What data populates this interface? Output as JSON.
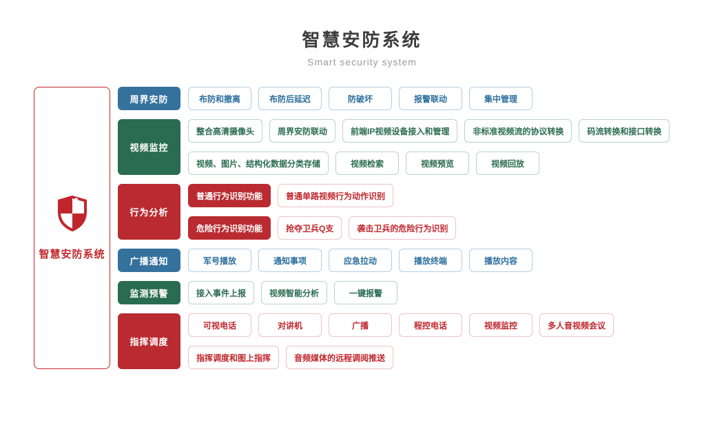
{
  "page": {
    "title": "智慧安防系统",
    "subtitle": "Smart security system"
  },
  "root": {
    "label": "智慧安防系统",
    "icon": "shield-icon"
  },
  "colors": {
    "root_red": "#c0272d",
    "blue": "#35719d",
    "blue_border": "#b3cde0",
    "blue_text": "#2e6f9d",
    "green": "#296b53",
    "green_border": "#b9d3c9",
    "green_text": "#2a6b53",
    "red": "#b92b31",
    "red_border": "#efc2c4",
    "red_text": "#c0272d"
  },
  "categories": [
    {
      "label": "周界安防",
      "color": "blue",
      "lines": [
        [
          "布防和撤离",
          "布防后延迟",
          "防破坏",
          "报警联动",
          "集中管理"
        ]
      ]
    },
    {
      "label": "视频监控",
      "color": "green",
      "lines": [
        [
          "整合高清摄像头",
          "周界安防联动",
          "前端IP视频设备接入和管理",
          "非标准视频流的协议转换",
          "码流转换和接口转换"
        ],
        [
          "视频、图片、结构化数据分类存储",
          "视频检索",
          "视频预览",
          "视频回放"
        ]
      ]
    },
    {
      "label": "行为分析",
      "color": "red",
      "lines": [
        [
          {
            "text": "普通行为识别功能",
            "filled": true
          },
          "普通单路视频行为动作识别"
        ],
        [
          {
            "text": "危险行为识别功能",
            "filled": true
          },
          "抢夺卫兵Q支",
          "袭击卫兵的危险行为识别"
        ]
      ]
    },
    {
      "label": "广播通知",
      "color": "blue",
      "lines": [
        [
          "军号播放",
          "通知事项",
          "应急拉动",
          "播放终端",
          "播放内容"
        ]
      ]
    },
    {
      "label": "监测预警",
      "color": "green",
      "lines": [
        [
          "接入事件上报",
          "视频智能分析",
          "一键报警"
        ]
      ]
    },
    {
      "label": "指挥调度",
      "color": "red",
      "lines": [
        [
          "可视电话",
          "对讲机",
          "广播",
          "程控电话",
          "视频监控",
          "多人音视频会议"
        ],
        [
          "指挥调度和图上指挥",
          "音频媒体的远程调阅推送"
        ]
      ]
    }
  ]
}
